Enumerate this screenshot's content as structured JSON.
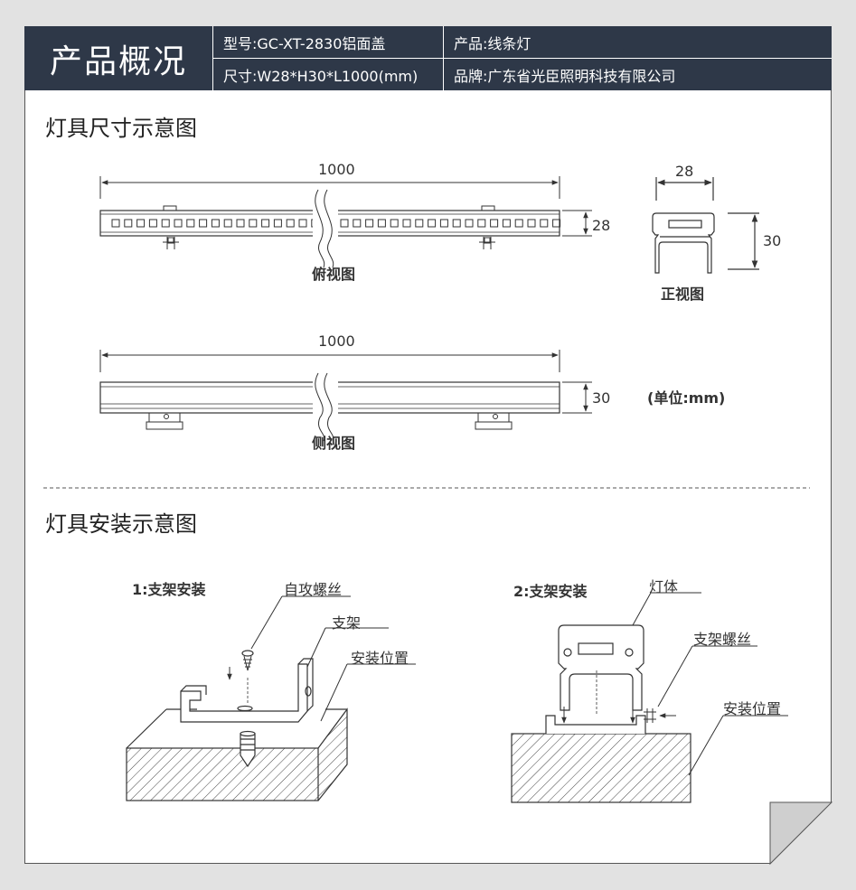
{
  "header": {
    "title": "产品概况",
    "model": "型号:GC-XT-2830铝面盖",
    "product": "产品:线条灯",
    "size": "尺寸:W28*H30*L1000(mm)",
    "brand": "品牌:广东省光臣照明科技有限公司"
  },
  "dimensions_section": {
    "title": "灯具尺寸示意图",
    "top_view": {
      "length": "1000",
      "width": "28",
      "caption": "俯视图"
    },
    "front_view": {
      "width": "28",
      "height": "30",
      "caption": "正视图"
    },
    "side_view": {
      "length": "1000",
      "height": "30",
      "caption": "侧视图"
    },
    "unit_note": "(单位:mm)"
  },
  "installation_section": {
    "title": "灯具安装示意图",
    "step1": {
      "title": "1:支架安装",
      "screw": "自攻螺丝",
      "bracket": "支架",
      "position": "安装位置"
    },
    "step2": {
      "title": "2:支架安装",
      "body": "灯体",
      "bracket_screw": "支架螺丝",
      "position": "安装位置"
    }
  },
  "colors": {
    "header_bg": "#2e3848",
    "page_bg": "#e2e2e2",
    "line": "#333333"
  }
}
